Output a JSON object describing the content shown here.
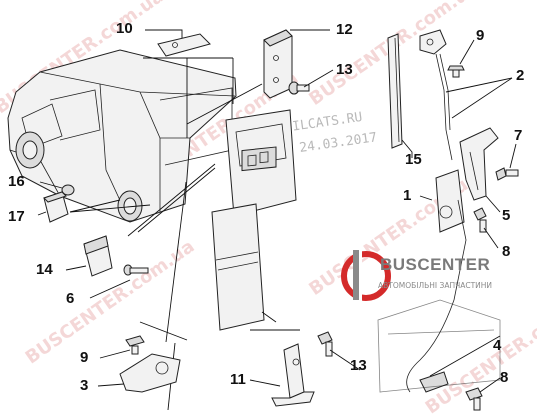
{
  "callouts": [
    "10",
    "12",
    "13",
    "9",
    "2",
    "7",
    "15",
    "16",
    "17",
    "1",
    "5",
    "8",
    "14",
    "6",
    "4",
    "9",
    "3",
    "11",
    "13",
    "8"
  ],
  "watermarks": {
    "site": "WWW.ILCATS.RU",
    "date": "24.03.2017",
    "diagonal": "BUSCENTER.com.ua"
  },
  "brand": {
    "name": "BUSCENTER",
    "tagline": "АВТОМОБІЛЬНІ ЗАПЧАСТИНИ",
    "accent_color": "#d42a2a"
  }
}
